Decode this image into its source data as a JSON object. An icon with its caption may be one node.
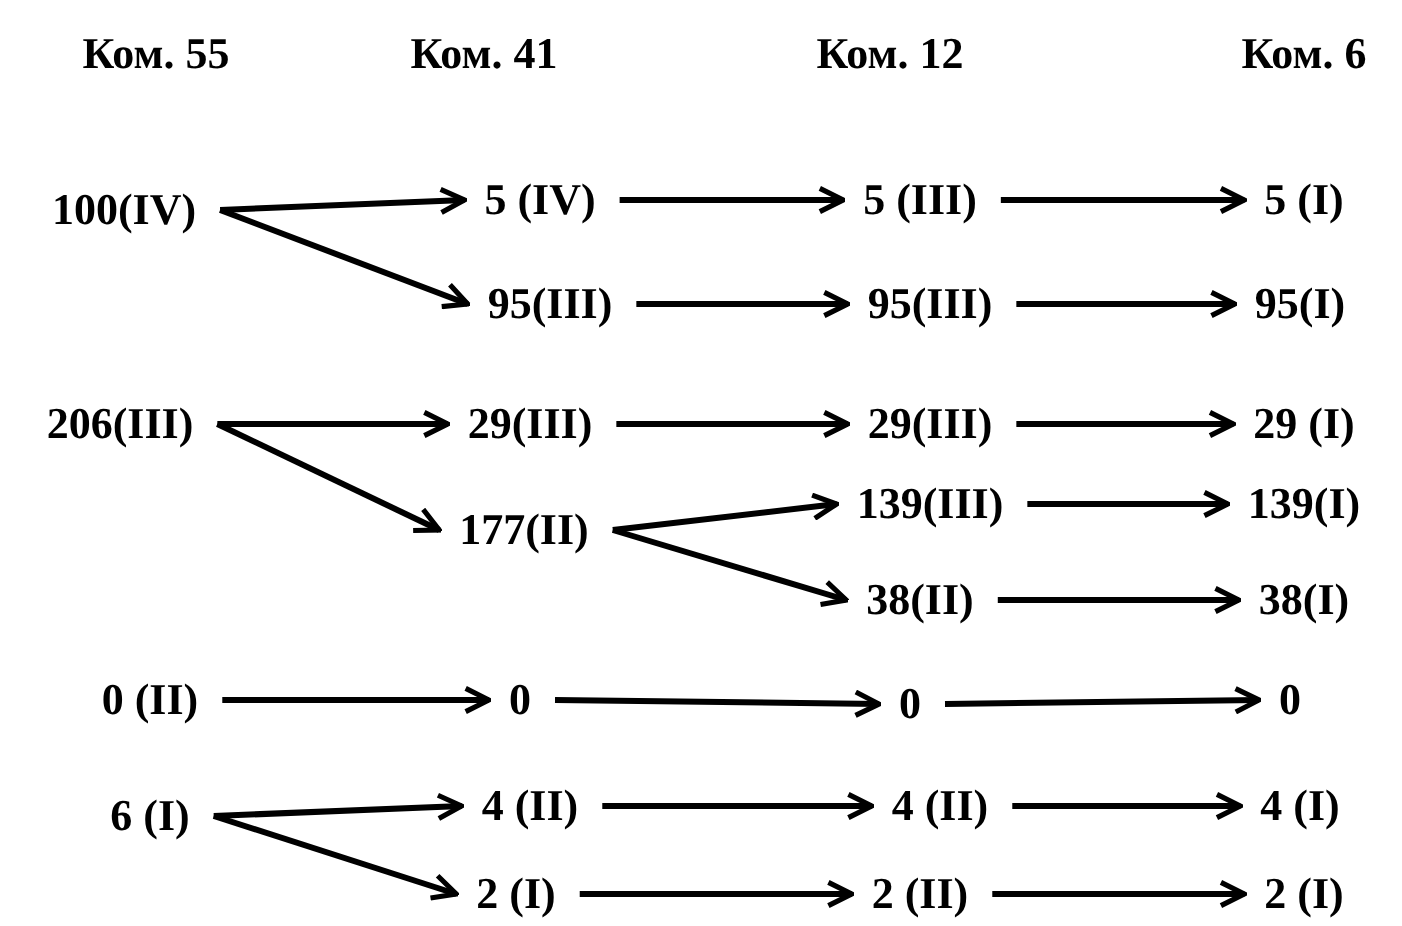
{
  "diagram": {
    "nodes": [
      {
        "text": [
          "100(IV)"
        ]
      },
      {
        "text": [
          "5 (IV)"
        ]
      },
      {
        "text": [
          "5 (III)"
        ]
      },
      {
        "text": [
          "5 (I)"
        ]
      },
      {
        "text": [
          "95(III)"
        ]
      },
      {
        "text": [
          "95(III)"
        ]
      },
      {
        "text": [
          "95(I)"
        ]
      },
      {
        "text": [
          "206(III)"
        ]
      },
      {
        "text": [
          "29(III)"
        ]
      },
      {
        "text": [
          "29(III)"
        ]
      },
      {
        "text": [
          "29 (I)"
        ]
      },
      {
        "text": [
          "177(II)"
        ]
      },
      {
        "text": [
          "139(III)"
        ]
      },
      {
        "text": [
          "139(I)"
        ]
      },
      {
        "text": [
          "38(II)"
        ]
      },
      {
        "text": [
          "38(I)"
        ]
      },
      {
        "text": [
          "0 (II)"
        ]
      },
      {
        "text": [
          "0"
        ]
      },
      {
        "text": [
          "0"
        ]
      },
      {
        "text": [
          "0"
        ]
      },
      {
        "text": [
          "6 (I)"
        ]
      },
      {
        "text": [
          "4 (II)"
        ]
      },
      {
        "text": [
          "4 (II)"
        ]
      },
      {
        "text": [
          "4 (I)"
        ]
      },
      {
        "text": [
          "2 (I)"
        ]
      },
      {
        "text": [
          "2 (II)"
        ]
      },
      {
        "text": [
          "2 (I)"
        ]
      }
    ],
    "edges": [
      {
        "from": 0,
        "to": 1,
        "arrow": "to"
      },
      {
        "from": 0,
        "to": 4,
        "arrow": "to"
      },
      {
        "from": 1,
        "to": 2,
        "arrow": "to"
      },
      {
        "from": 2,
        "to": 3,
        "arrow": "to"
      },
      {
        "from": 4,
        "to": 5,
        "arrow": "to"
      },
      {
        "from": 5,
        "to": 6,
        "arrow": "to"
      },
      {
        "from": 7,
        "to": 8,
        "arrow": "to"
      },
      {
        "from": 7,
        "to": 11,
        "arrow": "to"
      },
      {
        "from": 8,
        "to": 9,
        "arrow": "to"
      },
      {
        "from": 9,
        "to": 10,
        "arrow": "to"
      },
      {
        "from": 11,
        "to": 12,
        "arrow": "to"
      },
      {
        "from": 11,
        "to": 14,
        "arrow": "to"
      },
      {
        "from": 12,
        "to": 13,
        "arrow": "to"
      },
      {
        "from": 14,
        "to": 15,
        "arrow": "to"
      },
      {
        "from": 16,
        "to": 17,
        "arrow": "to"
      },
      {
        "from": 17,
        "to": 18,
        "arrow": "to"
      },
      {
        "from": 18,
        "to": 19,
        "arrow": "to"
      },
      {
        "from": 20,
        "to": 21,
        "arrow": "to"
      },
      {
        "from": 20,
        "to": 24,
        "arrow": "to"
      },
      {
        "from": 21,
        "to": 22,
        "arrow": "to"
      },
      {
        "from": 22,
        "to": 23,
        "arrow": "to"
      },
      {
        "from": 24,
        "to": 25,
        "arrow": "to"
      },
      {
        "from": 25,
        "to": 26,
        "arrow": "to"
      }
    ],
    "labels": [
      "Ком. 55",
      "Ком. 41",
      "Ком. 12",
      "Ком. 6"
    ]
  }
}
